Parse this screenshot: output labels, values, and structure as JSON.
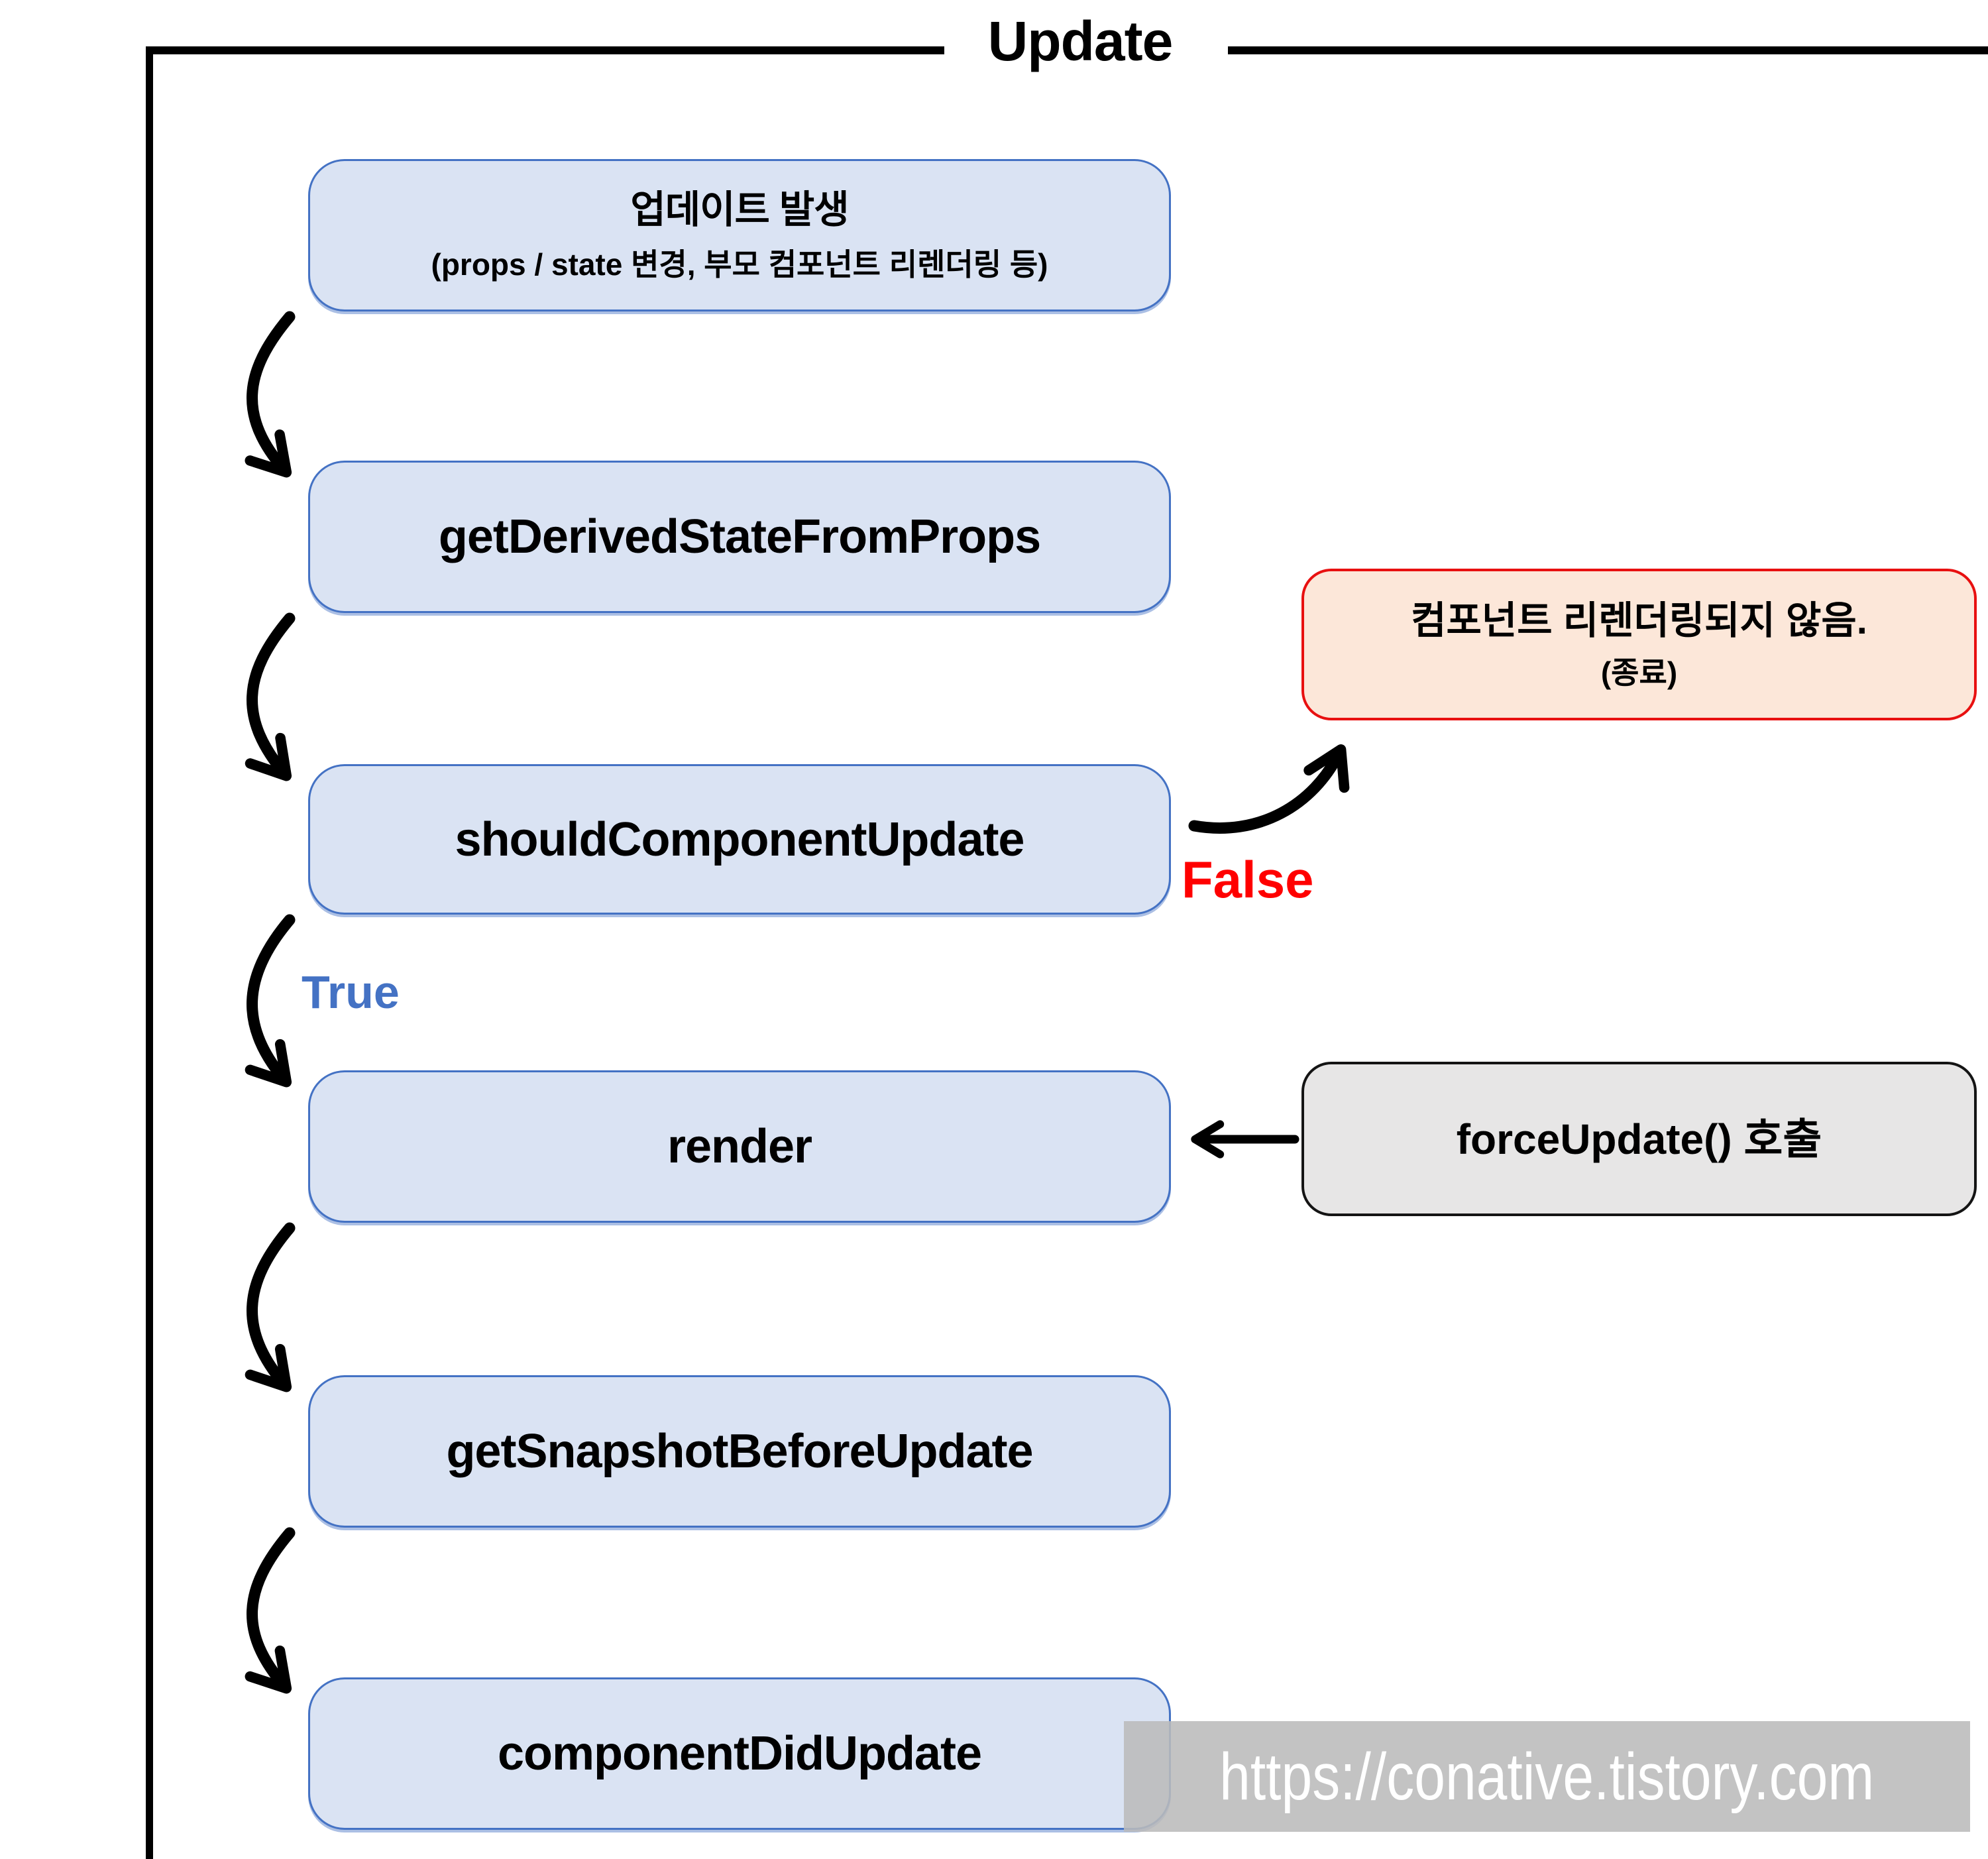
{
  "frame": {
    "title": "Update"
  },
  "flow": {
    "steps": [
      {
        "label": "업데이트 발생",
        "sublabel": "(props / state 변경, 부모 컴포넌트 리렌더링 등)"
      },
      {
        "label": "getDerivedStateFromProps"
      },
      {
        "label": "shouldComponentUpdate"
      },
      {
        "label": "render"
      },
      {
        "label": "getSnapshotBeforeUpdate"
      },
      {
        "label": "componentDidUpdate"
      }
    ],
    "branch_labels": {
      "true": "True",
      "false": "False"
    }
  },
  "side_nodes": {
    "no_rerender": {
      "label": "컴포넌트 리렌더링되지 않음.",
      "sublabel": "(종료)"
    },
    "force_update": {
      "label": "forceUpdate() 호출"
    }
  },
  "watermark": {
    "text": "https://conative.tistory.com"
  },
  "colors": {
    "step_fill": "#dae3f3",
    "step_border": "#4472c4",
    "stop_fill": "#fce7d9",
    "stop_border": "#e81010",
    "force_fill": "#e7e6e6",
    "force_border": "#141414",
    "true_label": "#4472c4",
    "false_label": "#ff0000",
    "arrow": "#000000",
    "watermark_bg": "#bbbbbb",
    "watermark_text": "#ffffff"
  }
}
